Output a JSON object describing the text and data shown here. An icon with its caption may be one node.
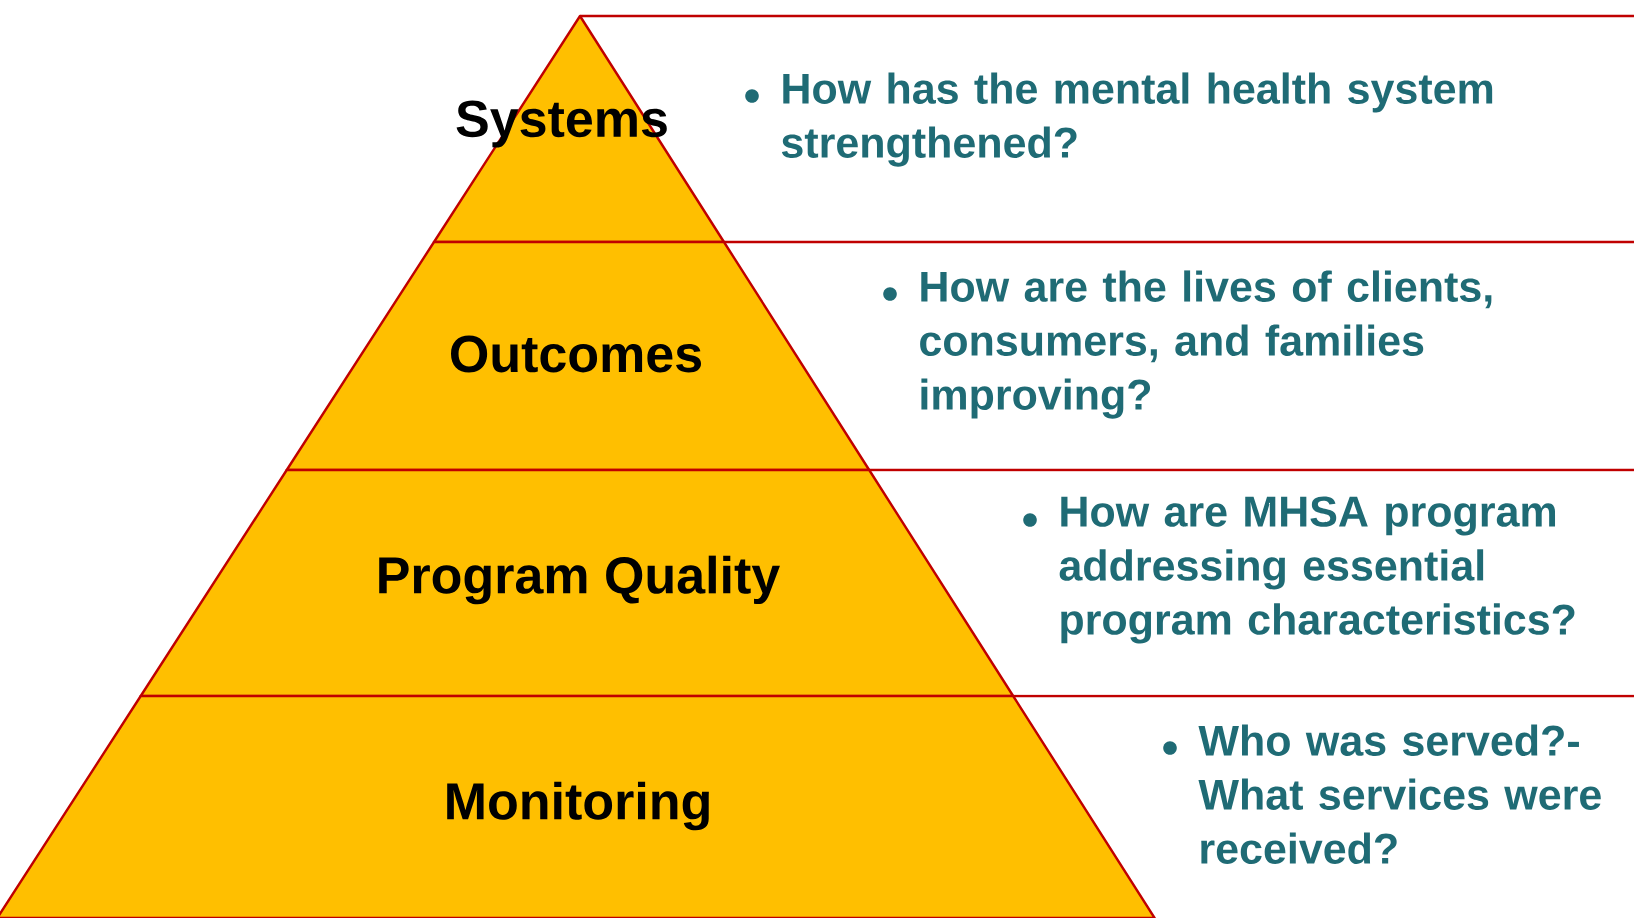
{
  "diagram": {
    "nodes": [
      {
        "text": [
          "Systems",
          "How has the mental health system strengthened?"
        ]
      },
      {
        "text": [
          "Outcomes",
          "How are the lives of clients, consumers, and families improving?"
        ]
      },
      {
        "text": [
          "Program Quality",
          "How are MHSA program addressing essential program characteristics?"
        ]
      },
      {
        "text": [
          "Monitoring",
          "Who was served?- What services were received?"
        ]
      }
    ]
  }
}
